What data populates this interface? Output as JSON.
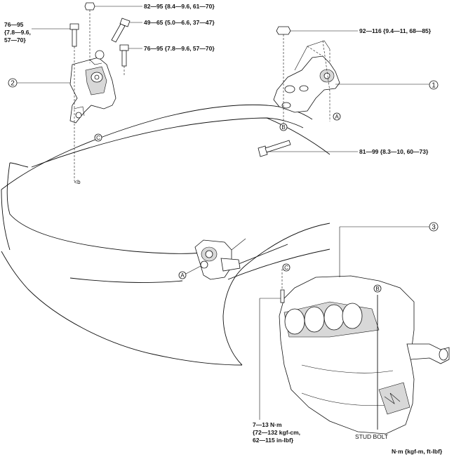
{
  "torques": {
    "mount2_top_nut": "82—95 {8.4—9.6, 61—70}",
    "mount2_left_bolt_line1": "76—95",
    "mount2_left_bolt_line2": "{7.8—9.6,",
    "mount2_left_bolt_line3": "57—70}",
    "mount2_angled_bolt": "49—65 {5.0—6.6, 37—47}",
    "mount2_right_bolt": "76—95 {7.8—9.6, 57—70}",
    "mount1_top_nut": "92—116 {9.4—11, 68—85}",
    "mount1_through_bolt": "81—99 {8.3—10, 60—73}",
    "stud_bolt_line1": "7—13 N·m",
    "stud_bolt_line2": "{72—132 kgf-cm,",
    "stud_bolt_line3": "62—115 in-lbf}"
  },
  "callouts": {
    "one": "1",
    "two": "2",
    "three": "3"
  },
  "refs": {
    "a_car": "A",
    "a_mount": "A",
    "b_mount": "B",
    "b_engine": "B",
    "c_mount": "C",
    "c_engine": "C"
  },
  "labels": {
    "stud_bolt": "STUD BOLT",
    "units": "N·m {kgf-m, ft-lbf}"
  }
}
